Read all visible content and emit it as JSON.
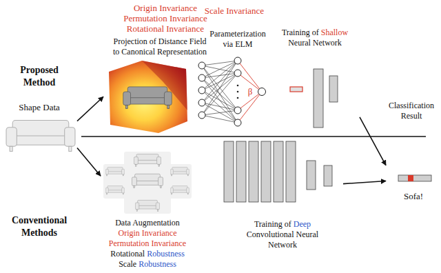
{
  "diagram": {
    "nodes": [
      {
        "text": [
          "Shape Data"
        ]
      },
      {
        "text": [
          "Origin Invariance",
          "Permutation Invariance",
          "Rotational Invariance",
          "Projection of Distance Field to Canonical Representation"
        ]
      },
      {
        "text": [
          "Scale Invariance",
          "Parameterization via ELM"
        ]
      },
      {
        "text": [
          "Training of",
          "Shallow",
          "Neural Network"
        ]
      },
      {
        "text": [
          "Classification Result",
          "Sofa!"
        ]
      },
      {
        "text": [
          "Data Augmentation",
          "Origin Invariance",
          "Permutation Invariance",
          "Rotational",
          "Robustness",
          "Scale",
          "Robustness"
        ]
      },
      {
        "text": [
          "Training of",
          "Deep",
          "Convolutional Neural Network"
        ]
      }
    ],
    "edges": [
      {
        "from": 0,
        "to": 1,
        "arrow": "to"
      },
      {
        "from": 0,
        "to": 5,
        "arrow": "to"
      },
      {
        "from": 3,
        "to": 4,
        "arrow": "to"
      },
      {
        "from": 6,
        "to": 4,
        "arrow": "to"
      }
    ],
    "labels": [
      "Proposed Method",
      "Conventional Methods",
      "β"
    ]
  }
}
